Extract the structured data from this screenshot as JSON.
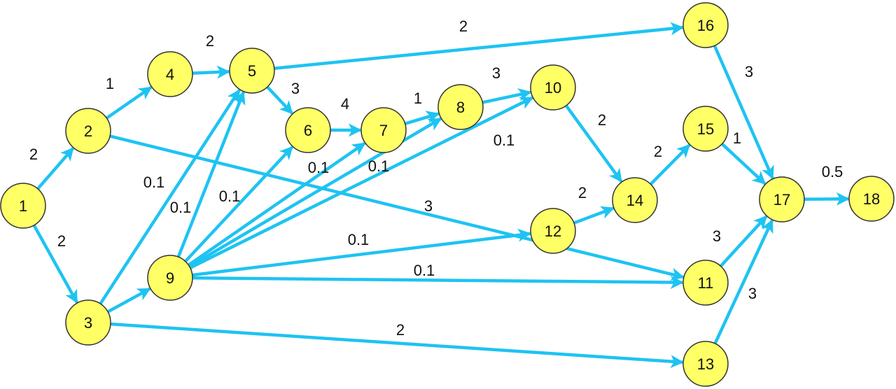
{
  "colors": {
    "edge": "#1EC3F2",
    "node_fill": "#FFFF66",
    "node_stroke": "#333333",
    "text": "#111111"
  },
  "nodes": [
    {
      "id": "1",
      "label": "1"
    },
    {
      "id": "2",
      "label": "2"
    },
    {
      "id": "3",
      "label": "3"
    },
    {
      "id": "4",
      "label": "4"
    },
    {
      "id": "5",
      "label": "5"
    },
    {
      "id": "6",
      "label": "6"
    },
    {
      "id": "7",
      "label": "7"
    },
    {
      "id": "8",
      "label": "8"
    },
    {
      "id": "9",
      "label": "9"
    },
    {
      "id": "10",
      "label": "10"
    },
    {
      "id": "11",
      "label": "11"
    },
    {
      "id": "12",
      "label": "12"
    },
    {
      "id": "13",
      "label": "13"
    },
    {
      "id": "14",
      "label": "14"
    },
    {
      "id": "15",
      "label": "15"
    },
    {
      "id": "16",
      "label": "16"
    },
    {
      "id": "17",
      "label": "17"
    },
    {
      "id": "18",
      "label": "18"
    }
  ],
  "edges": [
    {
      "from": "1",
      "to": "2",
      "label": "2"
    },
    {
      "from": "1",
      "to": "3",
      "label": "2"
    },
    {
      "from": "2",
      "to": "4",
      "label": "1"
    },
    {
      "from": "2",
      "to": "11",
      "label": "3"
    },
    {
      "from": "4",
      "to": "5",
      "label": "2"
    },
    {
      "from": "3",
      "to": "5",
      "label": "0.1"
    },
    {
      "from": "3",
      "to": "9",
      "label": ""
    },
    {
      "from": "3",
      "to": "13",
      "label": "2"
    },
    {
      "from": "9",
      "to": "5",
      "label": "0.1"
    },
    {
      "from": "9",
      "to": "6",
      "label": "0.1"
    },
    {
      "from": "9",
      "to": "7",
      "label": "0.1"
    },
    {
      "from": "9",
      "to": "8",
      "label": "0.1"
    },
    {
      "from": "9",
      "to": "10",
      "label": "0.1"
    },
    {
      "from": "9",
      "to": "12",
      "label": "0.1"
    },
    {
      "from": "9",
      "to": "11",
      "label": "0.1"
    },
    {
      "from": "5",
      "to": "6",
      "label": "3"
    },
    {
      "from": "5",
      "to": "16",
      "label": "2"
    },
    {
      "from": "6",
      "to": "7",
      "label": "4"
    },
    {
      "from": "7",
      "to": "8",
      "label": "1"
    },
    {
      "from": "8",
      "to": "10",
      "label": "3"
    },
    {
      "from": "10",
      "to": "14",
      "label": "2"
    },
    {
      "from": "12",
      "to": "14",
      "label": "2"
    },
    {
      "from": "14",
      "to": "15",
      "label": "2"
    },
    {
      "from": "15",
      "to": "17",
      "label": "1"
    },
    {
      "from": "16",
      "to": "17",
      "label": "3"
    },
    {
      "from": "11",
      "to": "17",
      "label": "3"
    },
    {
      "from": "13",
      "to": "17",
      "label": "3"
    },
    {
      "from": "17",
      "to": "18",
      "label": "0.5"
    }
  ]
}
